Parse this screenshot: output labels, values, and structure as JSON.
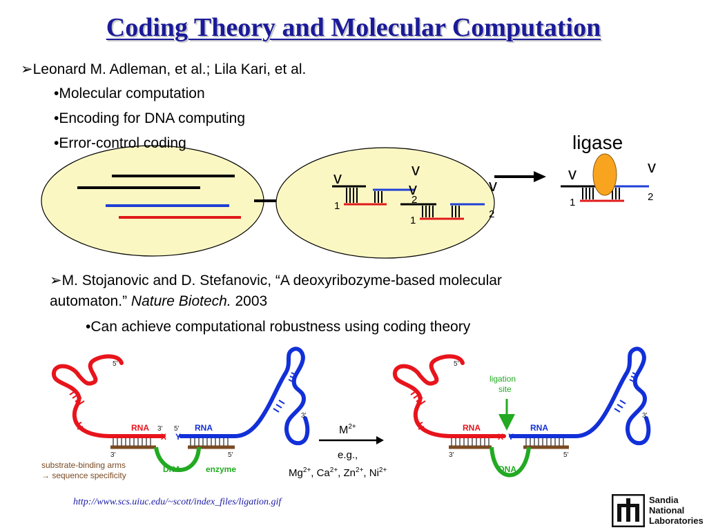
{
  "title": "Coding Theory and Molecular Computation",
  "bullet_arrow": "➢",
  "bullet_dot": "•",
  "section1": {
    "heading": "Leonard M. Adleman, et al.; Lila Kari, et al.",
    "items": [
      "Molecular computation",
      "Encoding for DNA computing",
      "Error-control coding"
    ]
  },
  "diagram1": {
    "ligase_label": "ligase",
    "v": "v",
    "sub1": "1",
    "sub2": "2",
    "colors": {
      "ellipse": "#fbf7c3",
      "blue": "#1f3fd6",
      "red": "#e01a1a",
      "ligase": "#f8a41e"
    }
  },
  "section2": {
    "heading_part1": "M. Stojanovic and D. Stefanovic, “A deoxyribozyme-based molecular",
    "heading_part2": "automaton.” ",
    "journal": "Nature Biotech.",
    "year": " 2003",
    "item": "Can achieve computational robustness using coding theory"
  },
  "diagram2": {
    "five_prime": "5'",
    "three_prime": "3'",
    "rna": "RNA",
    "dna": "DNA",
    "enzyme": "enzyme",
    "x": "X",
    "y": "Y",
    "substrate_line1": "substrate-binding arms",
    "substrate_line2": "→ sequence specificity",
    "m2": "M",
    "m2_sup": "2+",
    "eg": "e.g.,",
    "ions": "Mg2+, Ca2+, Zn2+, Ni2+",
    "ligation_line1": "ligation",
    "ligation_line2": "site",
    "colors": {
      "red": "#e8141c",
      "blue": "#1230d8",
      "green": "#22aa22",
      "brown": "#7a4a22"
    }
  },
  "url": "http://www.scs.uiuc.edu/~scott/index_files/ligation.gif",
  "logo": {
    "line1": "Sandia",
    "line2": "National",
    "line3": "Laboratories"
  }
}
